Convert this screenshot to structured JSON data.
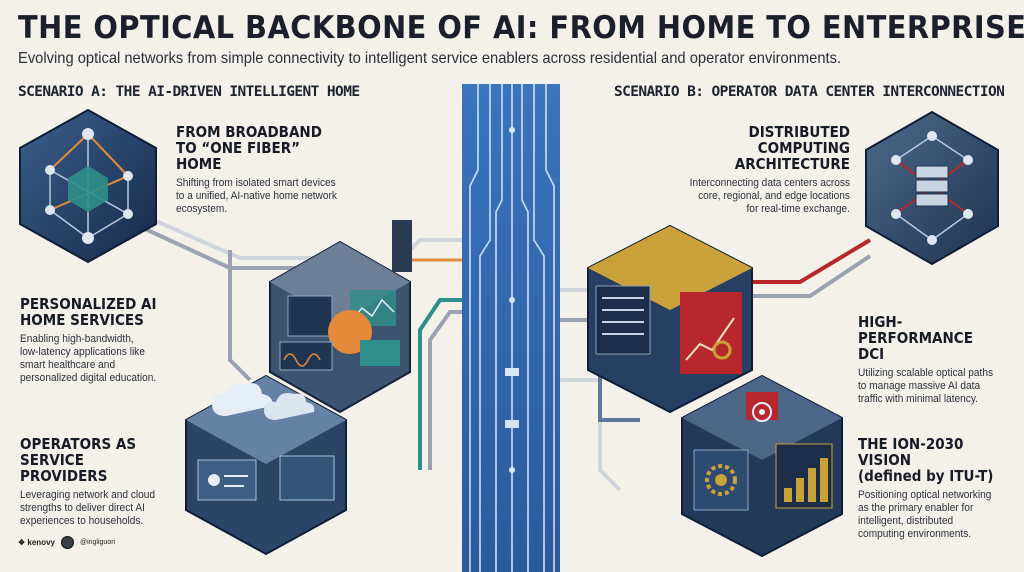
{
  "header": {
    "title": "THE OPTICAL BACKBONE OF AI: FROM HOME TO ENTERPRISE",
    "subtitle": "Evolving optical networks from simple connectivity to intelligent service enablers across residential and operator environments."
  },
  "scenario_a": {
    "label": "SCENARIO A: THE AI-DRIVEN INTELLIGENT HOME",
    "blocks": [
      {
        "heading_lines": [
          "FROM BROADBAND",
          "TO “ONE FIBER” HOME"
        ],
        "body_lines": [
          "Shifting from isolated smart devices",
          "to a unified, AI-native home network",
          "ecosystem."
        ]
      },
      {
        "heading_lines": [
          "PERSONALIZED AI",
          "HOME SERVICES"
        ],
        "body_lines": [
          "Enabling high-bandwidth,",
          "low-latency applications like",
          "smart healthcare and",
          "personalized digital education."
        ]
      },
      {
        "heading_lines": [
          "OPERATORS AS",
          "SERVICE PROVIDERS"
        ],
        "body_lines": [
          "Leveraging network and cloud",
          "strengths to deliver direct AI",
          "experiences to households."
        ]
      }
    ]
  },
  "scenario_b": {
    "label": "SCENARIO B: OPERATOR DATA CENTER INTERCONNECTION",
    "blocks": [
      {
        "heading_lines": [
          "DISTRIBUTED",
          "COMPUTING",
          "ARCHITECTURE"
        ],
        "body_lines": [
          "Interconnecting data centers across",
          "core, regional, and edge locations",
          "for real-time exchange."
        ]
      },
      {
        "heading_lines": [
          "HIGH-PERFORMANCE",
          "DCI"
        ],
        "body_lines": [
          "Utilizing scalable optical paths",
          "to manage massive AI data",
          "traffic with minimal latency."
        ]
      },
      {
        "heading_lines": [
          "THE ION-2030 VISION",
          "(defined by ITU-T)"
        ],
        "body_lines": [
          "Positioning optical networking",
          "as the primary enabler for",
          "intelligent, distributed",
          "computing environments."
        ]
      }
    ]
  },
  "footer": {
    "brand": "kenovy",
    "handle": "@ingliguori"
  },
  "colors": {
    "navy": "#1f3a63",
    "steel": "#5d7a9c",
    "teal": "#2f8f8a",
    "orange": "#e48a3a",
    "red": "#b8272c",
    "gold": "#c9a33a",
    "grey": "#8d96a3",
    "backbone": "#2f63a8"
  },
  "icons": [
    "network-hexagon-icon",
    "server-stack-icon",
    "cloud-icon",
    "gear-icon",
    "chart-icon",
    "target-icon",
    "home-building-icon"
  ]
}
